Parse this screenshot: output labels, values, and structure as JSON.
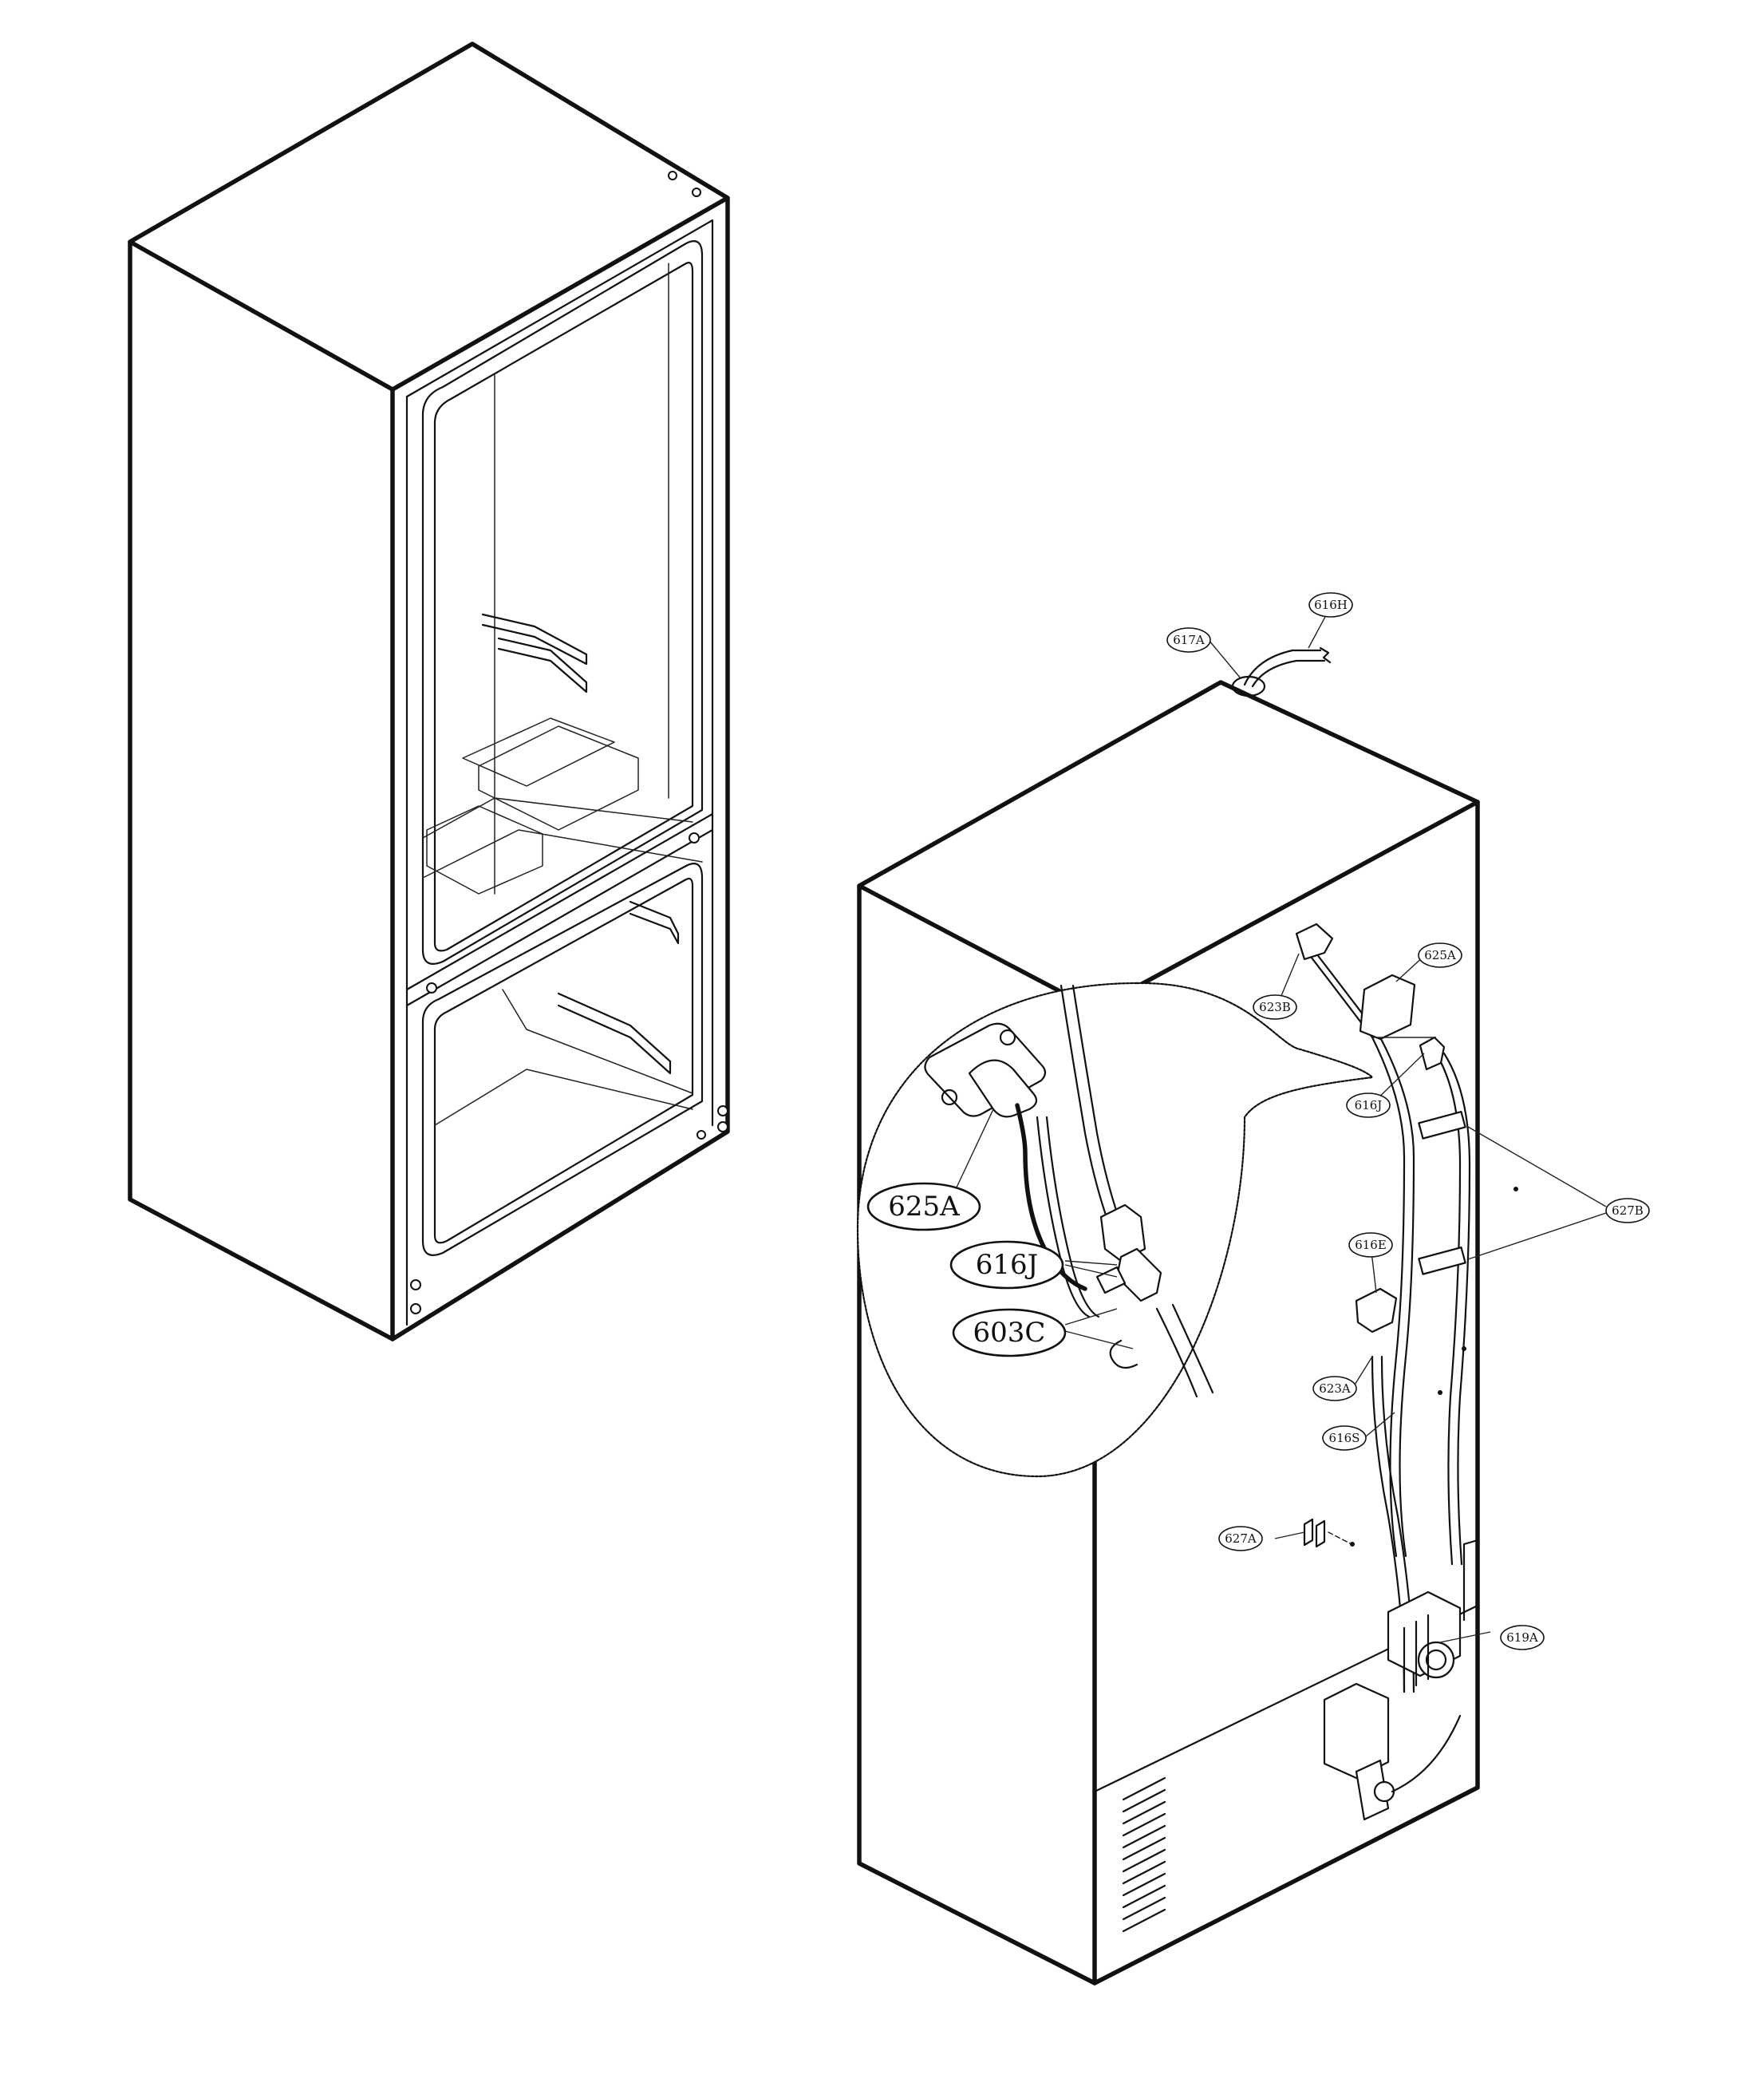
{
  "labels": {
    "l617A": "617A",
    "l616H": "616H",
    "l625A": "625A",
    "l623B": "623B",
    "l616J": "616J",
    "l627B": "627B",
    "l616E": "616E",
    "l623A": "623A",
    "l616S": "616S",
    "l627A": "627A",
    "l619A": "619A"
  },
  "callouts": {
    "c625A": "625A",
    "c616J": "616J",
    "c603C": "603C"
  }
}
